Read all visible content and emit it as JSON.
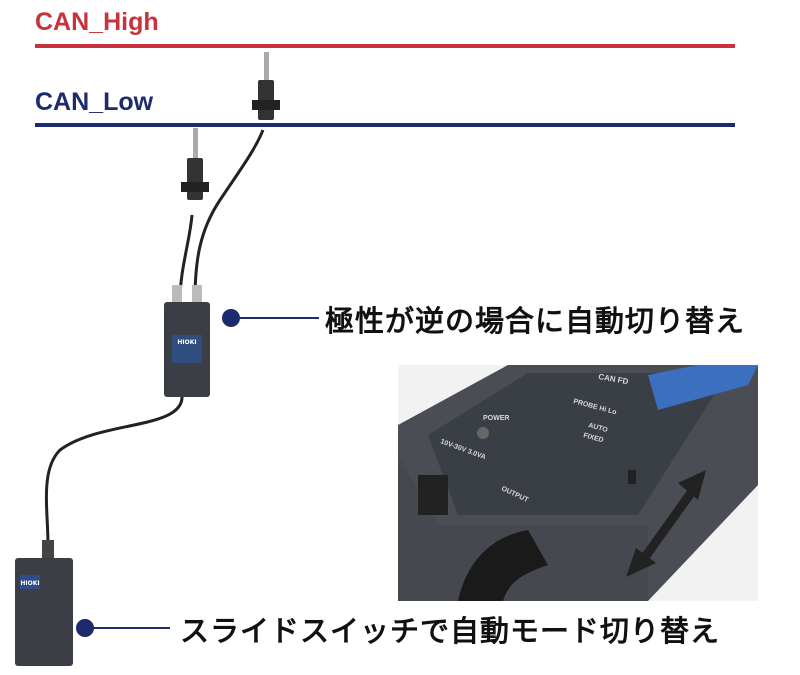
{
  "bus": {
    "high_label": "CAN_High",
    "low_label": "CAN_Low",
    "high_color": "#c8323c",
    "low_color": "#1e2a6e"
  },
  "callouts": [
    {
      "text": "極性が逆の場合に自動切り替え"
    },
    {
      "text": "スライドスイッチで自動モード切り替え"
    }
  ],
  "devices": {
    "probe_unit_brand": "HIOKI",
    "interface_brand": "HIOKI"
  },
  "photo": {
    "power": "POWER",
    "voltage": "10V-30V 3.0VA",
    "output": "OUTPUT",
    "probe": "PROBE Hi Lo",
    "auto": "AUTO",
    "fixed": "FIXED",
    "canfd": "CAN FD"
  }
}
